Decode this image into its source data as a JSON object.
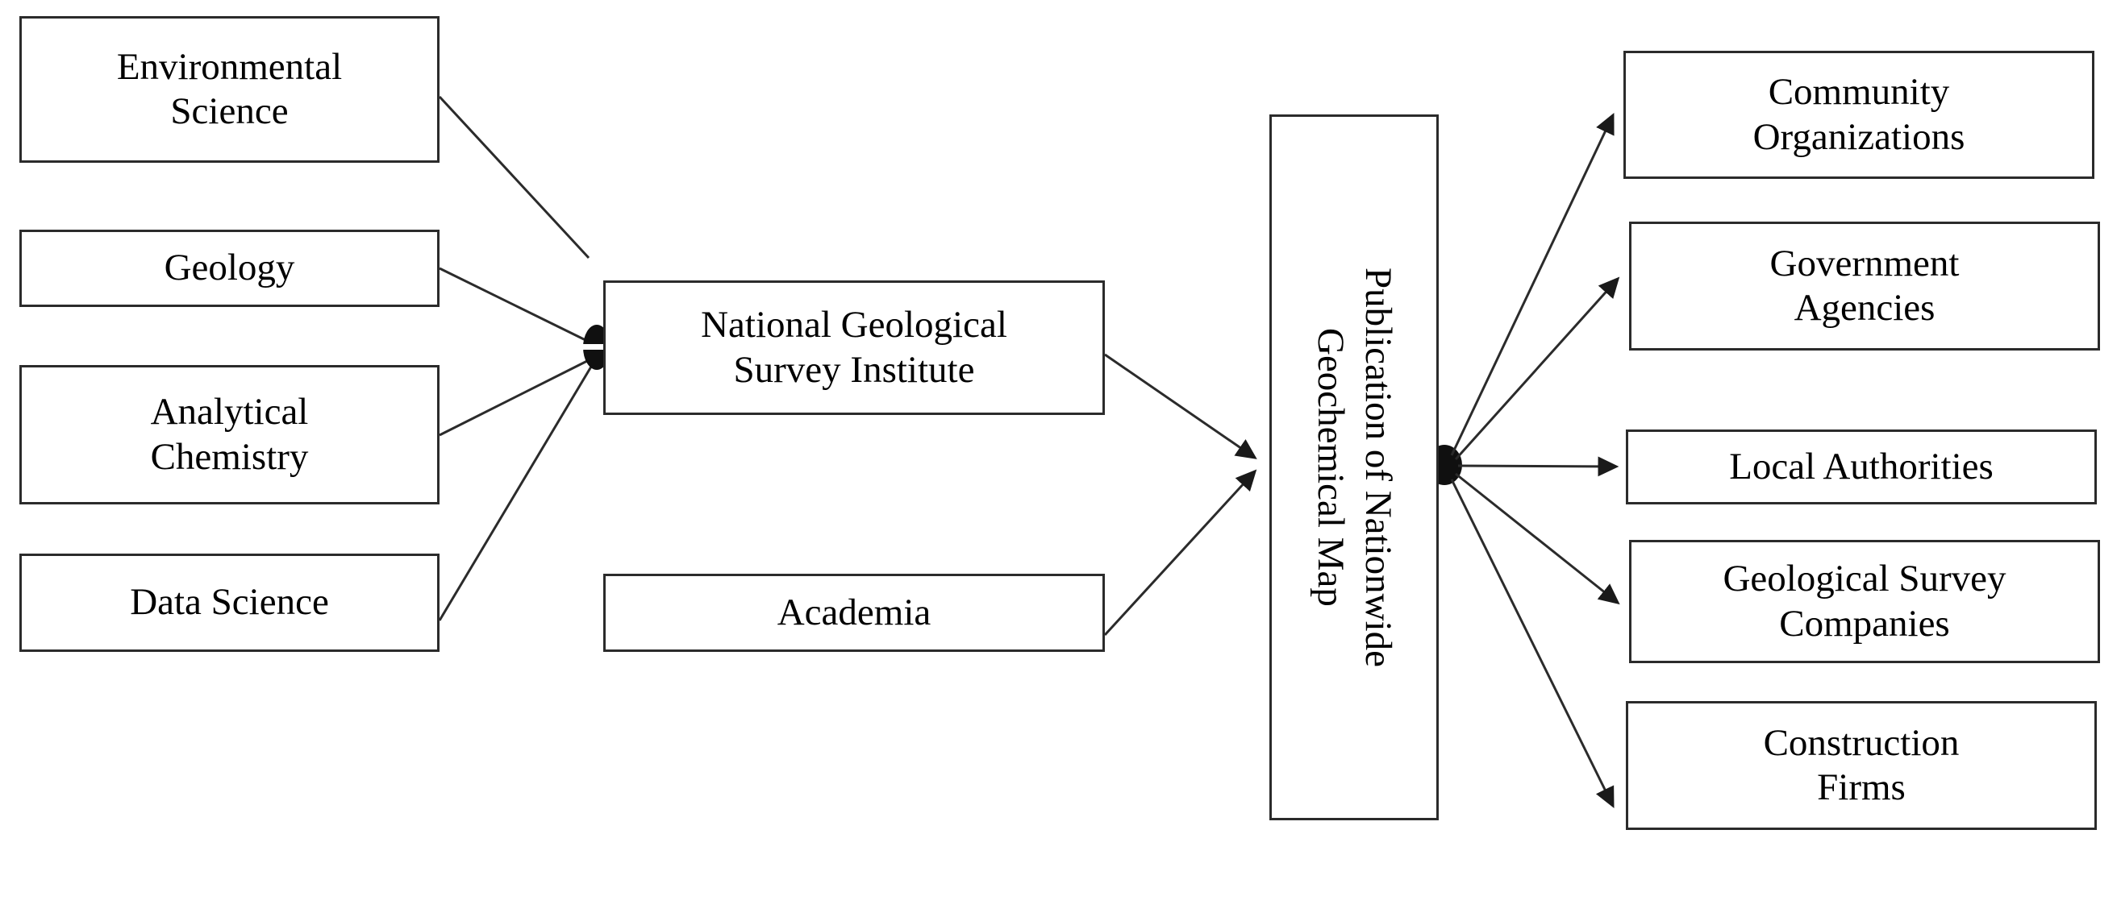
{
  "diagram": {
    "type": "flowchart",
    "title": "",
    "background_color": "#ffffff",
    "line_color": "#2b2b2b",
    "node_border_color": "#2b2b2b",
    "node_fill_color": "#ffffff",
    "text_color": "#000000",
    "inputs": [
      {
        "id": "environmental-science",
        "label": "Environmental\nScience"
      },
      {
        "id": "geology",
        "label": "Geology"
      },
      {
        "id": "analytical-chemistry",
        "label": "Analytical\nChemistry"
      },
      {
        "id": "data-science",
        "label": "Data Science"
      }
    ],
    "actors": [
      {
        "id": "national-geological-survey-institute",
        "label": "National Geological\nSurvey Institute"
      },
      {
        "id": "academia",
        "label": "Academia"
      }
    ],
    "output": {
      "id": "publication-of-nationwide-geochemical-map",
      "label": "Publication of Nationwide\nGeochemical Map"
    },
    "consumers": [
      {
        "id": "community-organizations",
        "label": "Community\nOrganizations"
      },
      {
        "id": "government-agencies",
        "label": "Government\nAgencies"
      },
      {
        "id": "local-authorities",
        "label": "Local Authorities"
      },
      {
        "id": "geological-survey-companies",
        "label": "Geological Survey\nCompanies"
      },
      {
        "id": "construction-firms",
        "label": "Construction\nFirms"
      }
    ],
    "edges": [
      {
        "from": "environmental-science",
        "to": "national-geological-survey-institute"
      },
      {
        "from": "geology",
        "to": "national-geological-survey-institute"
      },
      {
        "from": "analytical-chemistry",
        "to": "national-geological-survey-institute"
      },
      {
        "from": "data-science",
        "to": "national-geological-survey-institute"
      },
      {
        "from": "national-geological-survey-institute",
        "to": "publication-of-nationwide-geochemical-map"
      },
      {
        "from": "academia",
        "to": "publication-of-nationwide-geochemical-map"
      },
      {
        "from": "publication-of-nationwide-geochemical-map",
        "to": "community-organizations"
      },
      {
        "from": "publication-of-nationwide-geochemical-map",
        "to": "government-agencies"
      },
      {
        "from": "publication-of-nationwide-geochemical-map",
        "to": "local-authorities"
      },
      {
        "from": "publication-of-nationwide-geochemical-map",
        "to": "geological-survey-companies"
      },
      {
        "from": "publication-of-nationwide-geochemical-map",
        "to": "construction-firms"
      }
    ]
  }
}
